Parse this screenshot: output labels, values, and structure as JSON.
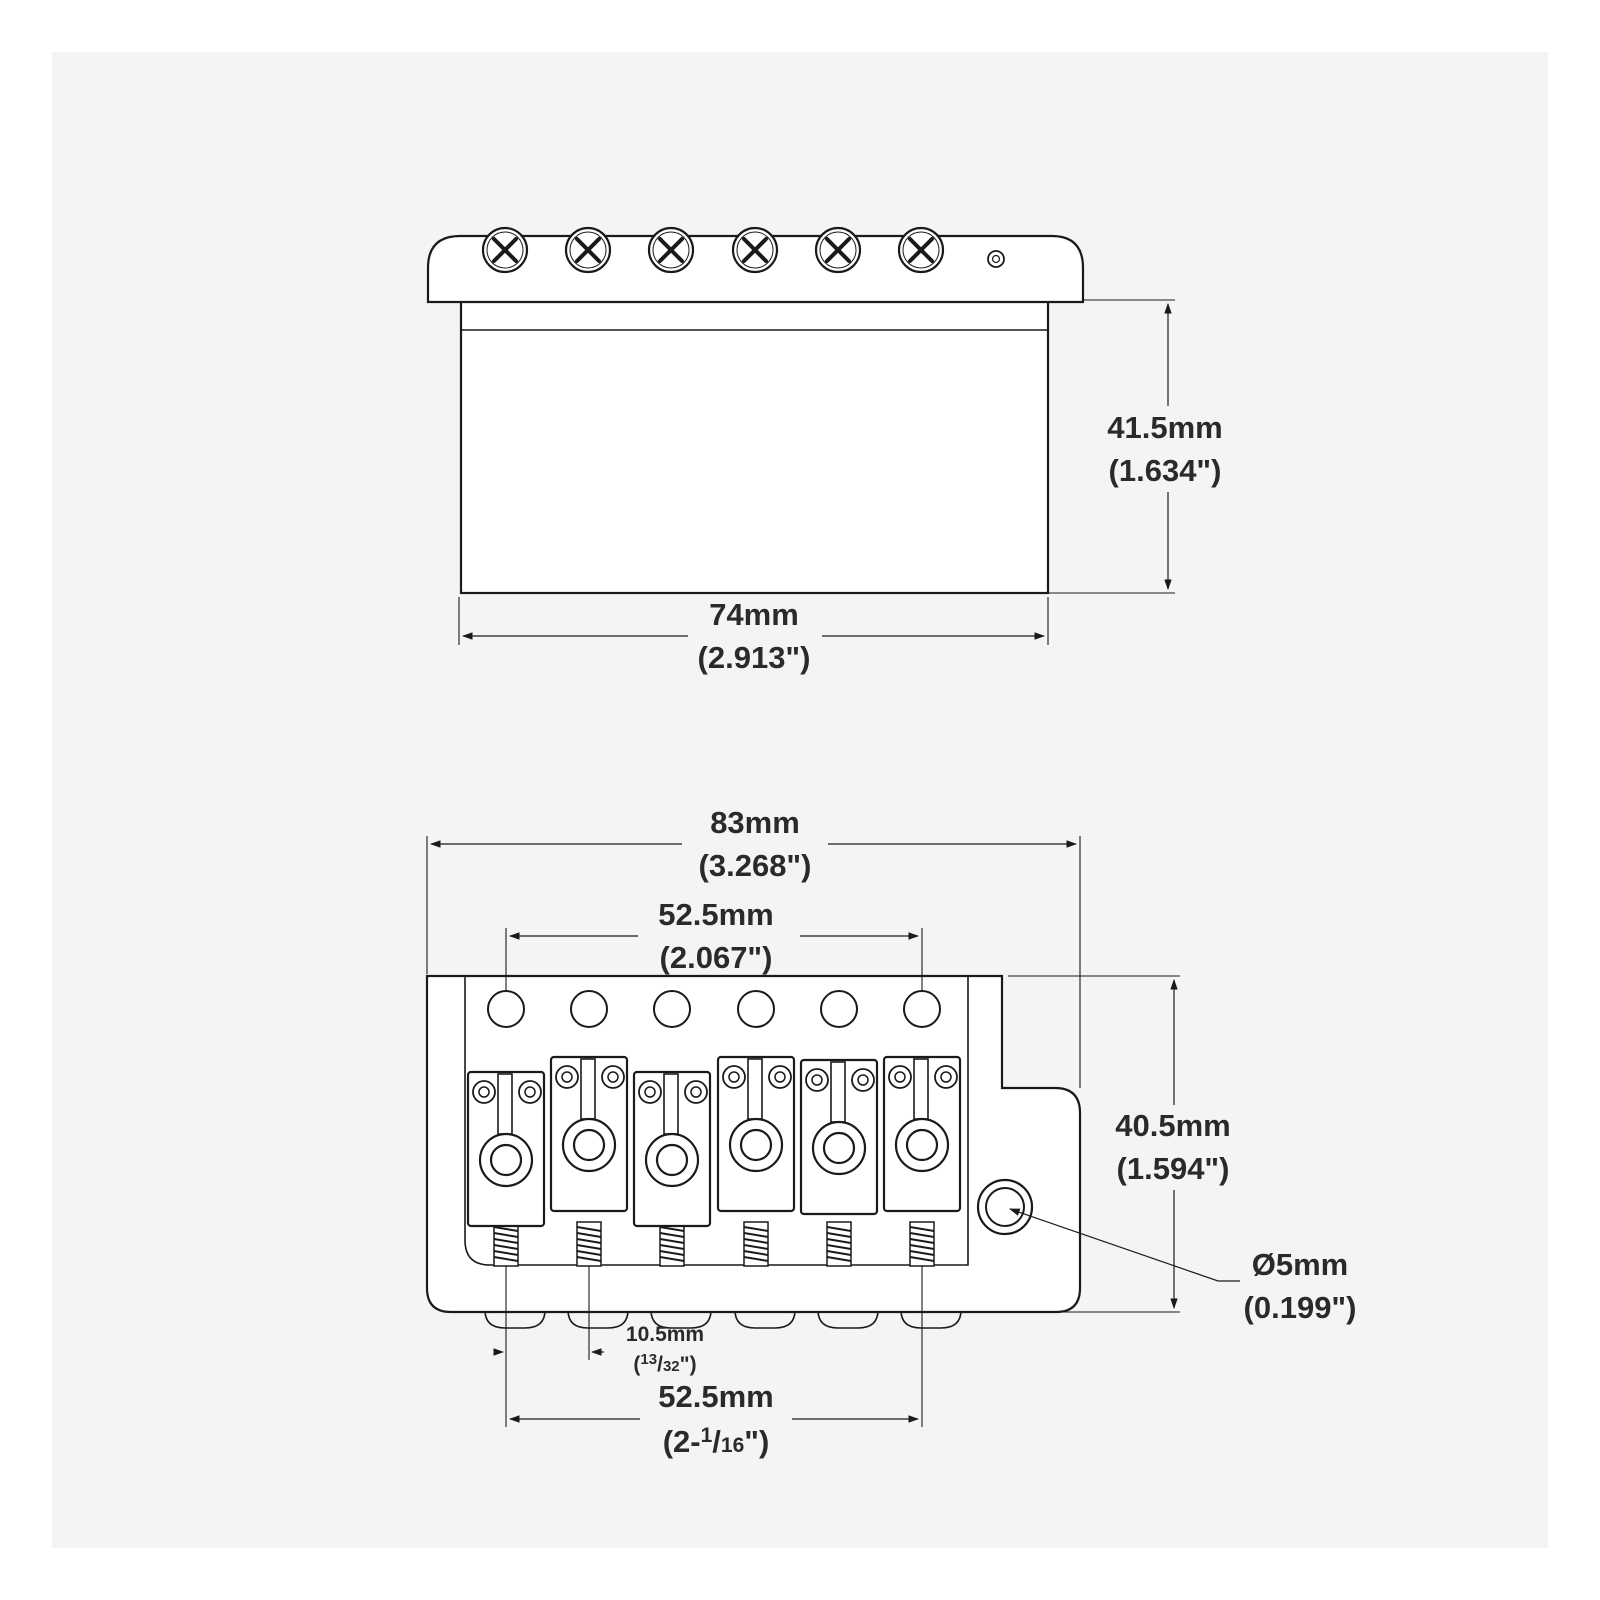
{
  "top_view": {
    "height_mm": "41.5mm",
    "height_in": "(1.634\")",
    "width_mm": "74mm",
    "width_in": "(2.913\")"
  },
  "bottom_view": {
    "overall_mm": "83mm",
    "overall_in": "(3.268\")",
    "spacing_top_mm": "52.5mm",
    "spacing_top_in": "(2.067\")",
    "depth_mm": "40.5mm",
    "depth_in": "(1.594\")",
    "hole_mm": "Ø5mm",
    "hole_in": "(0.199\")",
    "saddle_mm": "10.5mm",
    "saddle_in_open": "(",
    "saddle_in_num": "13",
    "saddle_in_sep": "/",
    "saddle_in_den": "32",
    "saddle_in_close": "\")",
    "spacing_bottom_mm": "52.5mm",
    "spacing_bottom_in_open": "(2-",
    "spacing_bottom_in_num": "1",
    "spacing_bottom_in_sep": "/",
    "spacing_bottom_in_den": "16",
    "spacing_bottom_in_close": "\")"
  }
}
